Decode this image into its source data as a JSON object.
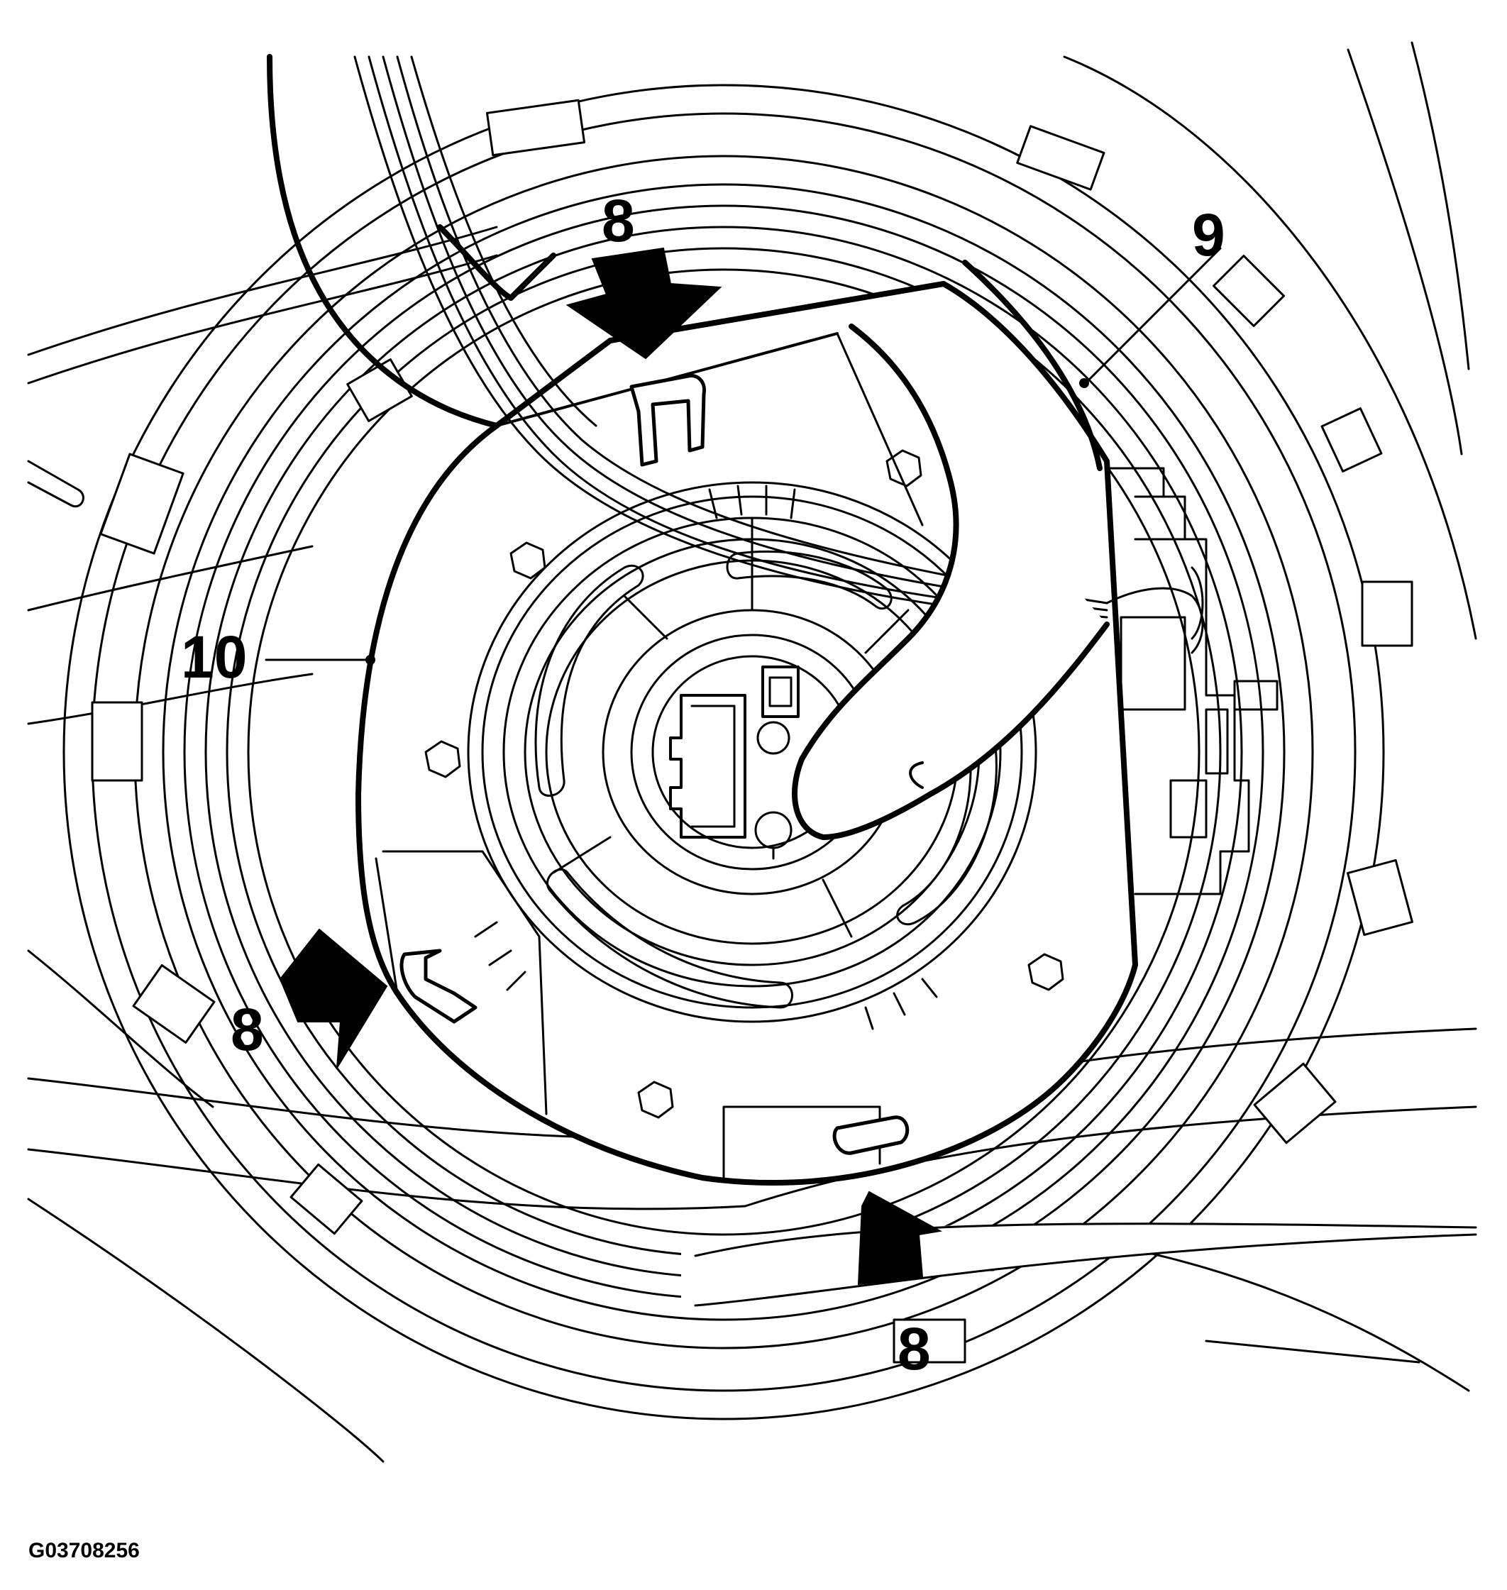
{
  "figure_id": "G03708256",
  "callouts": [
    {
      "id": "arrow-top",
      "label": "8"
    },
    {
      "id": "arrow-left",
      "label": "8"
    },
    {
      "id": "arrow-bottom",
      "label": "8"
    },
    {
      "id": "leader-9",
      "label": "9"
    },
    {
      "id": "leader-10",
      "label": "10"
    }
  ],
  "colors": {
    "line": "#000000",
    "background": "#ffffff"
  }
}
